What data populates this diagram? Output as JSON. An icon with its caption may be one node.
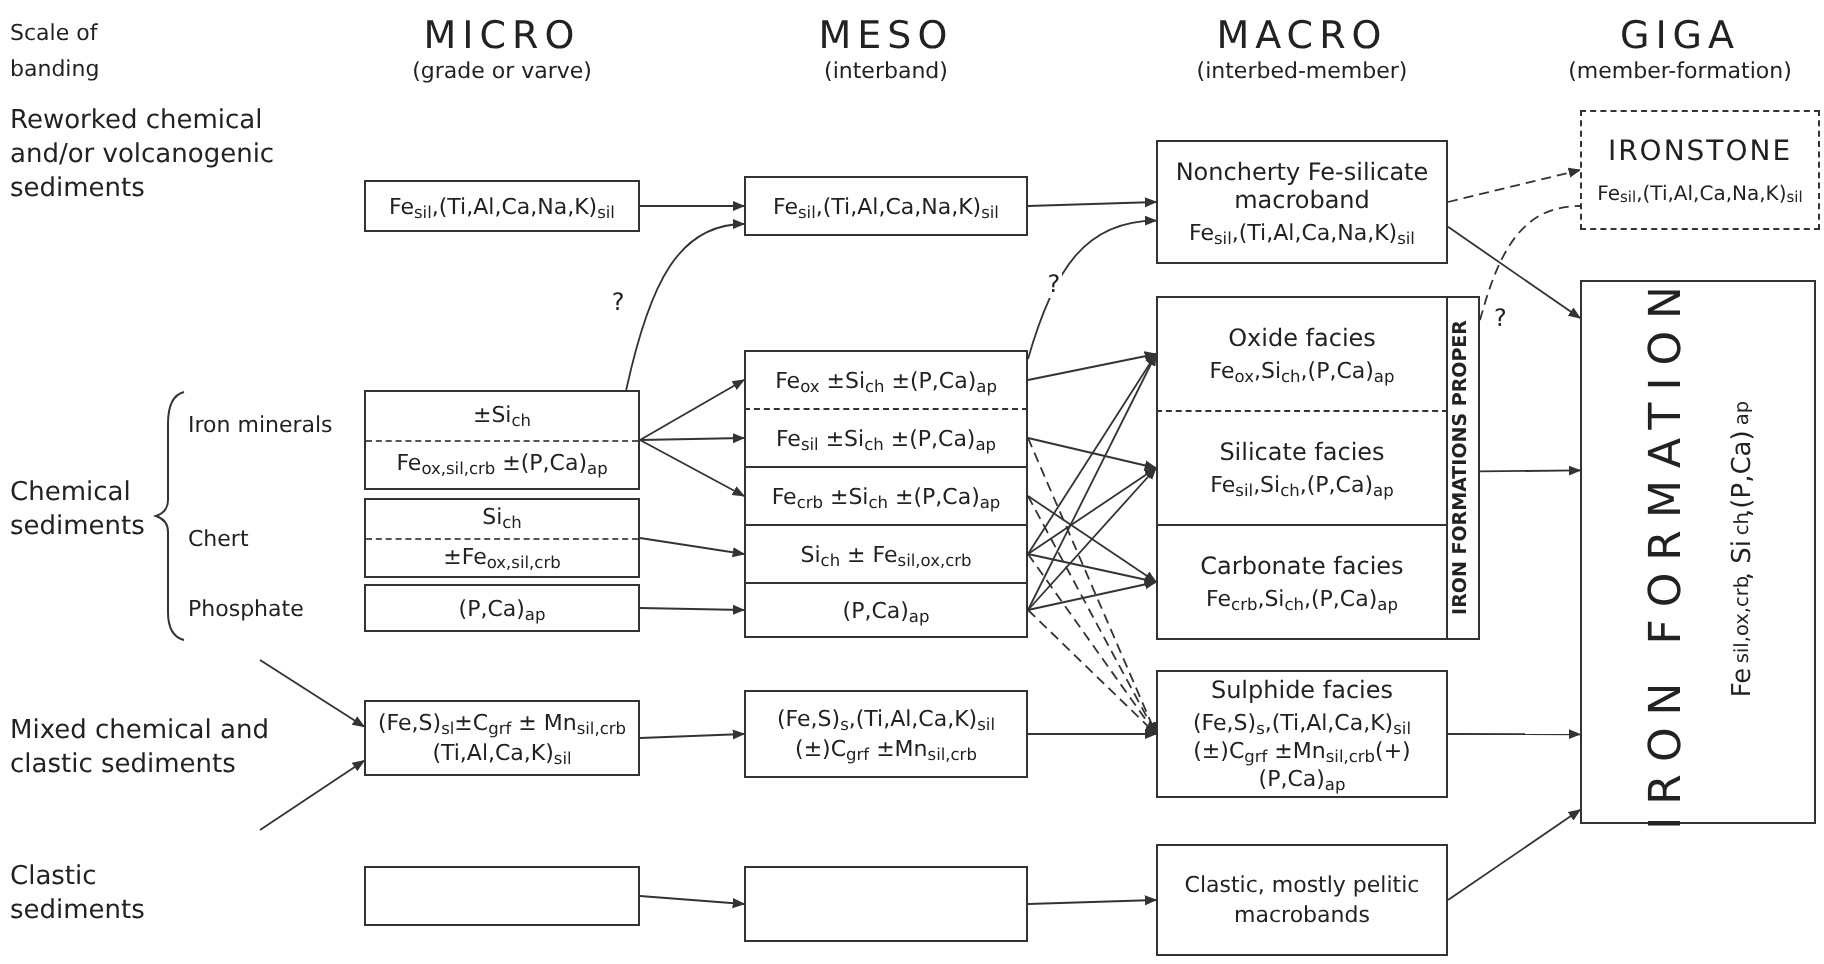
{
  "diagram": {
    "nodes": [
      {
        "text": [
          "Fe$_{sil}$,(Ti,Al,Ca,Na,K)$_{sil}$"
        ]
      },
      {
        "text": [
          "±Si$_{ch}$",
          "Fe$_{ox,sil,crb}$ ±(P,Ca)$_{ap}$"
        ]
      },
      {
        "text": [
          "Si$_{ch}$",
          "±Fe$_{ox,sil,crb}$"
        ]
      },
      {
        "text": [
          "(P,Ca)$_{ap}$"
        ]
      },
      {
        "text": [
          "(Fe,S)$_{sl}$±C$_{grf}$ ± Mn$_{sil,crb}$ (Ti,Al,Ca,K)$_{sil}$"
        ]
      },
      {
        "text": [],
        "shape": "box"
      },
      {
        "text": [
          "Fe$_{sil}$,(Ti,Al,Ca,Na,K)$_{sil}$"
        ]
      },
      {
        "text": [
          "Fe$_{ox}$ ±Si$_{ch}$ ±(P,Ca)$_{ap}$"
        ]
      },
      {
        "text": [
          "Fe$_{sil}$ ±Si$_{ch}$ ±(P,Ca)$_{ap}$"
        ]
      },
      {
        "text": [
          "Fe$_{crb}$ ±Si$_{ch}$ ±(P,Ca)$_{ap}$"
        ]
      },
      {
        "text": [
          "Si$_{ch}$ ± Fe$_{sil,ox,crb}$"
        ]
      },
      {
        "text": [
          "(P,Ca)$_{ap}$"
        ]
      },
      {
        "text": [
          "(Fe,S)$_{s}$,(Ti,Al,Ca,K)$_{sil}$ (±)C$_{grf}$ ±Mn$_{sil,crb}$"
        ]
      },
      {
        "text": [],
        "shape": "box"
      },
      {
        "text": [
          "Noncherty Fe-silicate macroband",
          "Fe$_{sil}$,(Ti,Al,Ca,Na,K)$_{sil}$"
        ]
      },
      {
        "text": [
          "IRON FORMATIONS PROPER"
        ]
      },
      {
        "text": [
          "Oxide facies",
          "Fe$_{ox}$,Si$_{ch}$,(P,Ca)$_{ap}$"
        ],
        "in": 15
      },
      {
        "text": [
          "Silicate facies",
          "Fe$_{sil}$,Si$_{ch}$,(P,Ca)$_{ap}$"
        ],
        "in": 15
      },
      {
        "text": [
          "Carbonate facies",
          "Fe$_{crb}$,Si$_{ch}$,(P,Ca)$_{ap}$"
        ],
        "in": 15
      },
      {
        "text": [
          "Sulphide facies",
          "(Fe,S)$_{s}$,(Ti,Al,Ca,K)$_{sil}$ (±)C$_{grf}$ ±Mn$_{sil,crb}$(+)(P,Ca)$_{ap}$"
        ]
      },
      {
        "text": [
          "Clastic, mostly pelitic macrobands"
        ]
      },
      {
        "text": [
          "IRONSTONE",
          "Fe$_{sil}$,(Ti,Al,Ca,Na,K)$_{sil}$"
        ]
      },
      {
        "text": [
          "IRON FORMATION",
          "Fe$_{sil,ox,crb}$, Si$_{ch}$,(P,Ca)$_{ap}$"
        ]
      }
    ],
    "edges": [
      {
        "from": 0,
        "to": 6,
        "arrow": "to"
      },
      {
        "from": 1,
        "to": 6,
        "arrow": "to",
        "label": "?"
      },
      {
        "from": 1,
        "to": 7,
        "arrow": "to"
      },
      {
        "from": 1,
        "to": 8,
        "arrow": "to"
      },
      {
        "from": 1,
        "to": 9,
        "arrow": "to"
      },
      {
        "from": 2,
        "to": 10,
        "arrow": "to"
      },
      {
        "from": 3,
        "to": 11,
        "arrow": "to"
      },
      {
        "from": null,
        "to": 4,
        "arrow": "to"
      },
      {
        "from": null,
        "to": 4,
        "arrow": "to"
      },
      {
        "from": 4,
        "to": 12,
        "arrow": "to"
      },
      {
        "from": 5,
        "to": 13,
        "arrow": "to"
      },
      {
        "from": 6,
        "to": 14,
        "arrow": "to"
      },
      {
        "from": 7,
        "to": 14,
        "arrow": "to",
        "label": "?"
      },
      {
        "from": 7,
        "to": 16,
        "arrow": "to"
      },
      {
        "from": 8,
        "to": 17,
        "arrow": "to"
      },
      {
        "from": 9,
        "to": 18,
        "arrow": "to"
      },
      {
        "from": 10,
        "to": 16,
        "arrow": "to"
      },
      {
        "from": 10,
        "to": 17,
        "arrow": "to"
      },
      {
        "from": 10,
        "to": 18,
        "arrow": "to"
      },
      {
        "from": 11,
        "to": 16,
        "arrow": "to"
      },
      {
        "from": 11,
        "to": 17,
        "arrow": "to"
      },
      {
        "from": 11,
        "to": 18,
        "arrow": "to"
      },
      {
        "from": 8,
        "to": 19,
        "arrow": "to",
        "style": "dashed"
      },
      {
        "from": 9,
        "to": 19,
        "arrow": "to",
        "style": "dashed"
      },
      {
        "from": 10,
        "to": 19,
        "arrow": "to",
        "style": "dashed"
      },
      {
        "from": 11,
        "to": 19,
        "arrow": "to",
        "style": "dashed"
      },
      {
        "from": 12,
        "to": 19,
        "arrow": "to"
      },
      {
        "from": 13,
        "to": 20,
        "arrow": "to"
      },
      {
        "from": 14,
        "to": 21,
        "arrow": "to",
        "style": "dashed"
      },
      {
        "from": 14,
        "to": 22,
        "arrow": "to"
      },
      {
        "from": 15,
        "to": 21,
        "arrow": "none",
        "style": "dashed",
        "label": "?"
      },
      {
        "from": 15,
        "to": 22,
        "arrow": "to"
      },
      {
        "from": 19,
        "to": 22,
        "arrow": "to"
      },
      {
        "from": 20,
        "to": 22,
        "arrow": "to"
      }
    ],
    "labels": [
      "Scale of banding",
      "MICRO",
      "(grade or varve)",
      "MESO",
      "(interband)",
      "MACRO",
      "(interbed-member)",
      "GIGA",
      "(member-formation)",
      "Reworked chemical and/or volcanogenic sediments",
      "Iron minerals",
      "Chemical sediments",
      "Chert",
      "Phosphate",
      "Mixed chemical and clastic sediments",
      "Clastic sediments"
    ]
  }
}
